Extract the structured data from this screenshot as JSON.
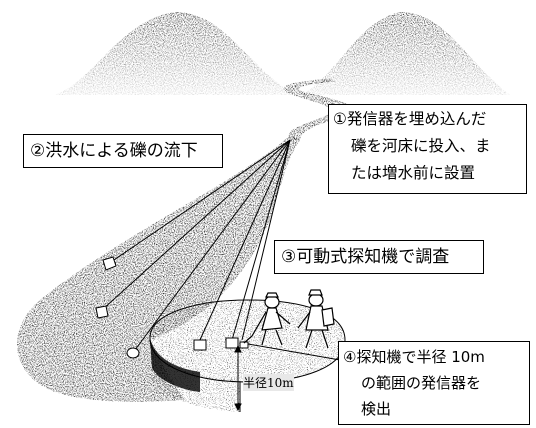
{
  "labels": {
    "flood": "②洪水による礫の流下",
    "transmitter_line1": "①発信器を埋め込んだ",
    "transmitter_line2": "礫を河床に投入、ま",
    "transmitter_line3": "たは増水前に設置",
    "survey": "③可動式探知機で調査",
    "detect_line1": "④探知機で半径 10m",
    "detect_line2": "の範囲の発信器を",
    "detect_line3": "検出",
    "radius": "半径10m"
  }
}
